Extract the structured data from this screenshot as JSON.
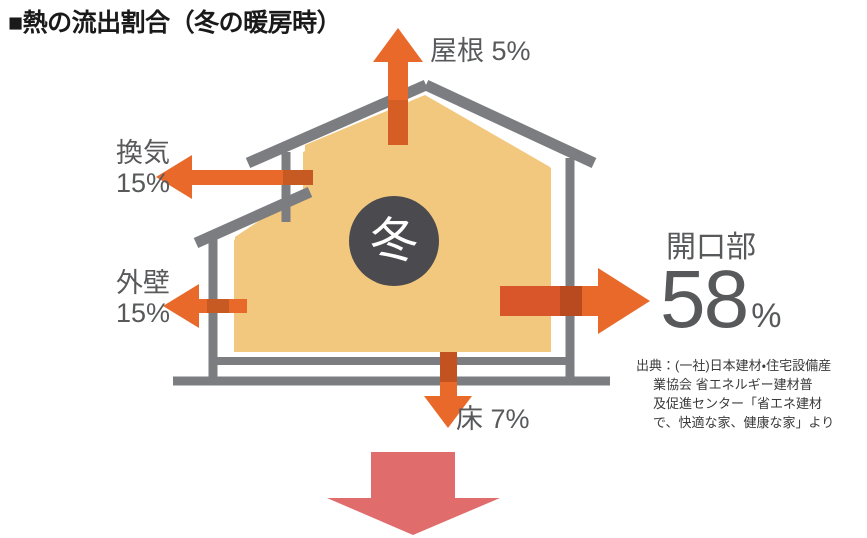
{
  "title": "■熱の流出割合（冬の暖房時）",
  "season_badge": {
    "label": "冬",
    "circle_color": "#4a4a4f",
    "text_color": "#ffffff"
  },
  "house": {
    "fill_color": "#f2c87e",
    "outline_color": "#7b7d80",
    "ground_color": "#7b7d80"
  },
  "arrows": {
    "orange_head": "#e8692a",
    "orange_tail": "#d9562a",
    "red_big": "#e06c6c"
  },
  "labels": {
    "roof": "屋根 5%",
    "ventilation_name": "換気",
    "ventilation_value": "15%",
    "wall_name": "外壁",
    "wall_value": "15%",
    "floor": "床 7%"
  },
  "opening": {
    "name": "開口部",
    "value": "58",
    "unit": "%"
  },
  "source": {
    "line1": "出典：(一社)日本建材・住宅設備産",
    "line2": "業協会 省エネルギー建材普",
    "line3": "及促進センター「省エネ建材",
    "line4": "で、快適な家、健康な家」より"
  },
  "chart_data": {
    "type": "bar",
    "title": "熱の流出割合（冬の暖房時）",
    "categories": [
      "開口部",
      "換気",
      "外壁",
      "床",
      "屋根"
    ],
    "values": [
      58,
      15,
      15,
      7,
      5
    ],
    "unit": "%",
    "xlabel": "",
    "ylabel": "熱の流出割合",
    "ylim": [
      0,
      100
    ],
    "annotations": [
      "屋根 5%",
      "換気 15%",
      "外壁 15%",
      "開口部 58%",
      "床 7%"
    ],
    "source": "出典：(一社)日本建材・住宅設備産業協会 省エネルギー建材普及促進センター「省エネ建材で、快適な家、健康な家」より"
  }
}
